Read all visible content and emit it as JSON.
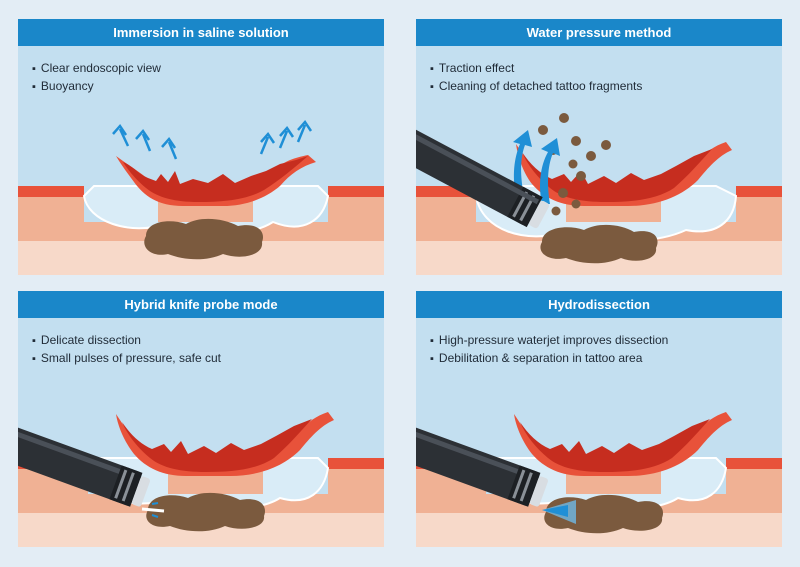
{
  "panels": [
    {
      "title": "Immersion in saline solution",
      "bullets": [
        "Clear endoscopic view",
        "Buoyancy"
      ]
    },
    {
      "title": "Water pressure method",
      "bullets": [
        "Traction effect",
        "Cleaning of detached tattoo fragments"
      ]
    },
    {
      "title": "Hybrid knife probe mode",
      "bullets": [
        "Delicate dissection",
        "Small pulses of pressure, safe cut"
      ]
    },
    {
      "title": "Hydrodissection",
      "bullets": [
        "High-pressure waterjet improves dissection",
        "Debilitation & separation in tattoo area"
      ]
    }
  ],
  "colors": {
    "header": "#1a87c9",
    "saline": "#c3dff0",
    "mucosa": "#e8523a",
    "lesion": "#c62d1f",
    "submucosa": "#f0b194",
    "muscle": "#f7d9c9",
    "tattoo": "#7b5a3e",
    "arrows": "#1f8fd6",
    "probe": "#2c3035"
  }
}
